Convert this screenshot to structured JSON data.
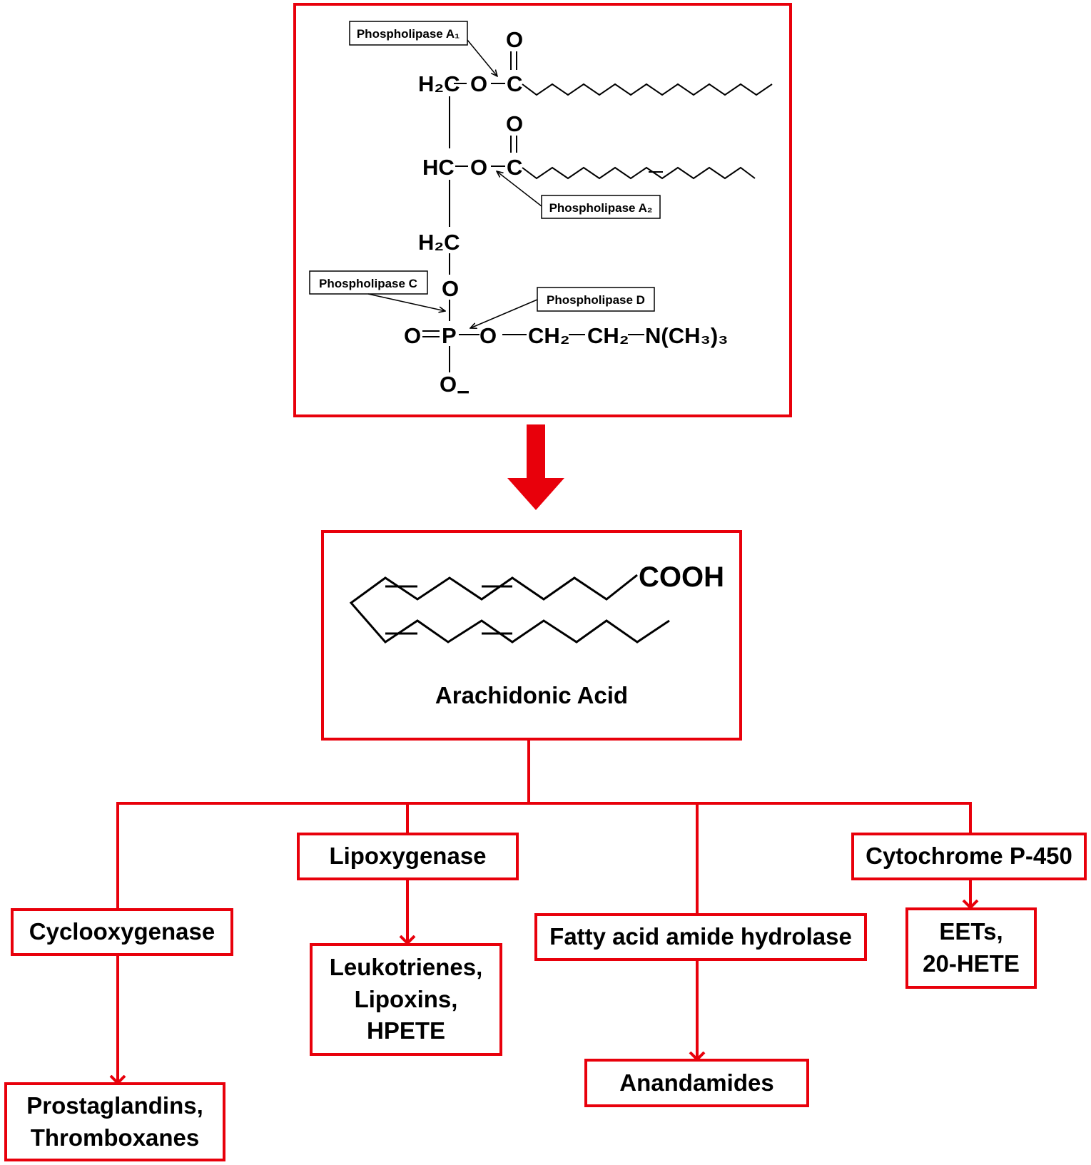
{
  "phospholipid": {
    "enzymes": {
      "pla1": "Phospholipase A₁",
      "pla2": "Phospholipase A₂",
      "plc": "Phospholipase C",
      "pld": "Phospholipase D"
    },
    "atoms": {
      "carbonyl_o": "O",
      "carbonyl_c": "C",
      "ester_o": "O",
      "h2c_1": "H₂C",
      "hc": "HC",
      "h2c_3": "H₂C",
      "phosphate_link_o": "O",
      "phosphorus": "P",
      "p_double_o": "O",
      "p_o_minus": "O",
      "minus": "−",
      "ch2": "CH₂",
      "choline_n": "N(CH₃)₃"
    }
  },
  "arachidonic": {
    "group": "COOH",
    "name": "Arachidonic Acid"
  },
  "pathways": {
    "cox": {
      "enzyme": "Cyclooxygenase",
      "products": [
        "Prostaglandins,",
        "Thromboxanes"
      ]
    },
    "lox": {
      "enzyme": "Lipoxygenase",
      "products": [
        "Leukotrienes,",
        "Lipoxins,",
        "HPETE"
      ]
    },
    "faah": {
      "enzyme": "Fatty acid amide hydrolase",
      "products": [
        "Anandamides"
      ]
    },
    "cyp": {
      "enzyme": "Cytochrome P-450",
      "products": [
        "EETs,",
        "20-HETE"
      ]
    }
  },
  "colors": {
    "accent": "#e8000b",
    "ink": "#000000",
    "background": "#ffffff"
  }
}
